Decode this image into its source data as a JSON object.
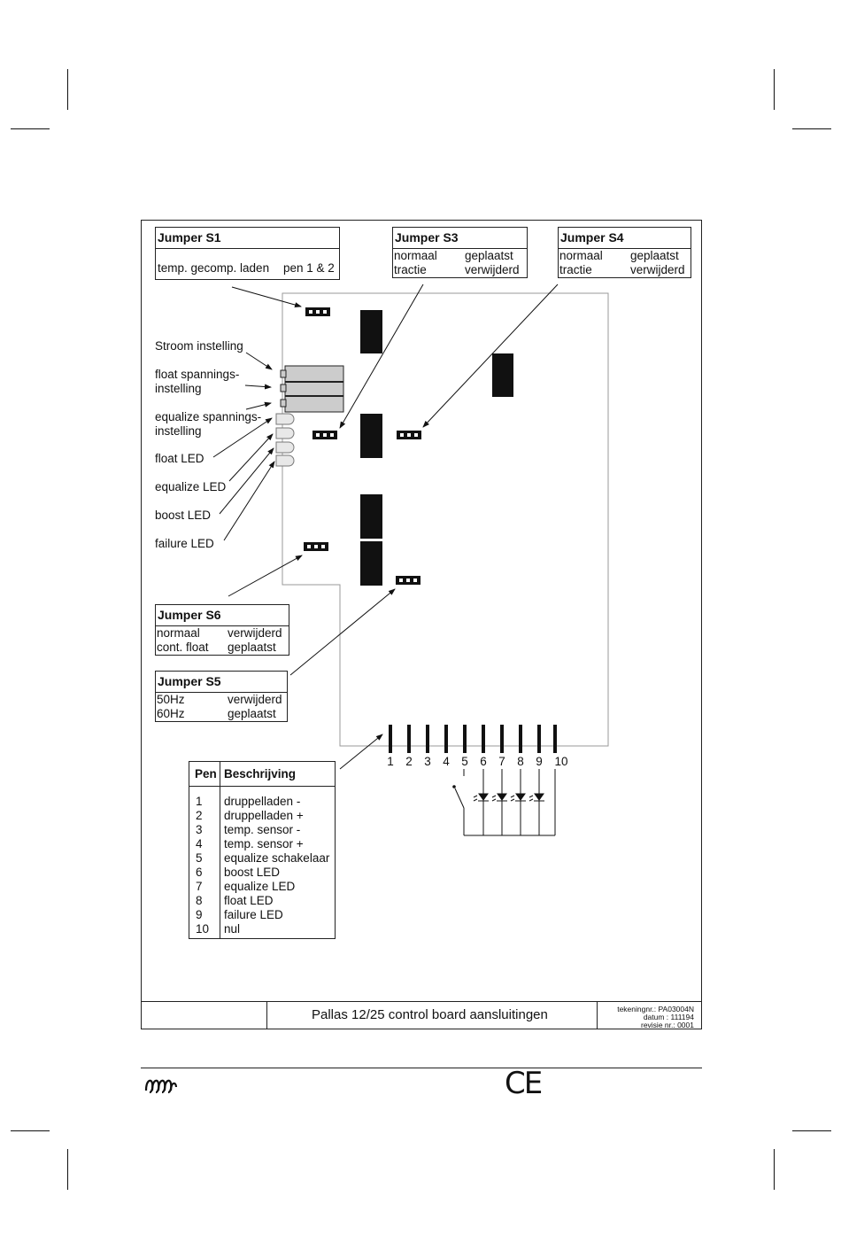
{
  "jumpers": {
    "s1": {
      "title": "Jumper S1",
      "rows": [
        [
          "temp. gecomp. laden",
          "pen 1 & 2"
        ]
      ]
    },
    "s3": {
      "title": "Jumper S3",
      "rows": [
        [
          "normaal",
          "geplaatst"
        ],
        [
          "tractie",
          "verwijderd"
        ]
      ]
    },
    "s4": {
      "title": "Jumper S4",
      "rows": [
        [
          "normaal",
          "geplaatst"
        ],
        [
          "tractie",
          "verwijderd"
        ]
      ]
    },
    "s6": {
      "title": "Jumper S6",
      "rows": [
        [
          "normaal",
          "verwijderd"
        ],
        [
          "cont. float",
          "geplaatst"
        ]
      ]
    },
    "s5": {
      "title": "Jumper S5",
      "rows": [
        [
          "50Hz",
          "verwijderd"
        ],
        [
          "60Hz",
          "geplaatst"
        ]
      ]
    }
  },
  "labels": {
    "stroom": "Stroom instelling",
    "float_sp_1": "float spannings-",
    "float_sp_2": "instelling",
    "eq_sp_1": "equalize spannings-",
    "eq_sp_2": "instelling",
    "float_led": "float LED",
    "equalize_led": "equalize LED",
    "boost_led": "boost LED",
    "failure_led": "failure LED"
  },
  "pins": [
    "1",
    "2",
    "3",
    "4",
    "5",
    "6",
    "7",
    "8",
    "9",
    "10"
  ],
  "pen_table": {
    "col1": "Pen",
    "col2": "Beschrijving",
    "rows": [
      [
        "1",
        "druppelladen -"
      ],
      [
        "2",
        "druppelladen +"
      ],
      [
        "3",
        "temp. sensor -"
      ],
      [
        "4",
        "temp. sensor +"
      ],
      [
        "5",
        "equalize schakelaar"
      ],
      [
        "6",
        "boost LED"
      ],
      [
        "7",
        "equalize LED"
      ],
      [
        "8",
        "float LED"
      ],
      [
        "9",
        "failure LED"
      ],
      [
        "10",
        "nul"
      ]
    ]
  },
  "title_block": {
    "title": "Pallas 12/25 control board aansluitingen",
    "tekeningnr": "tekeningnr.: PA03004N",
    "datum": "datum : 111194",
    "revisie": "revisie nr.: 0001"
  },
  "footer": {
    "ce_mark": "CE",
    "logo_icon": "victron-logo-icon"
  }
}
